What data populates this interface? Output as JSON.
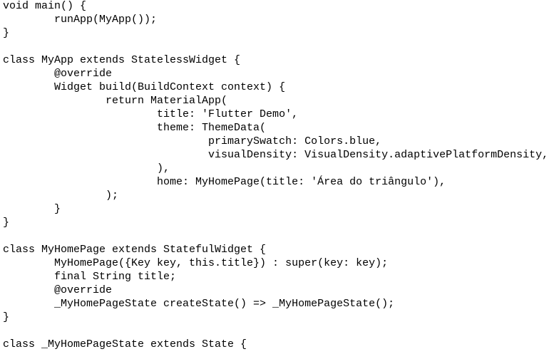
{
  "code_lines": [
    "void main() {",
    "        runApp(MyApp());",
    "}",
    "",
    "class MyApp extends StatelessWidget {",
    "        @override",
    "        Widget build(BuildContext context) {",
    "                return MaterialApp(",
    "                        title: 'Flutter Demo',",
    "                        theme: ThemeData(",
    "                                primarySwatch: Colors.blue,",
    "                                visualDensity: VisualDensity.adaptivePlatformDensity,",
    "                        ),",
    "                        home: MyHomePage(title: 'Área do triângulo'),",
    "                );",
    "        }",
    "}",
    "",
    "class MyHomePage extends StatefulWidget {",
    "        MyHomePage({Key key, this.title}) : super(key: key);",
    "        final String title;",
    "        @override",
    "        _MyHomePageState createState() => _MyHomePageState();",
    "}",
    "",
    "class _MyHomePageState extends State {"
  ]
}
